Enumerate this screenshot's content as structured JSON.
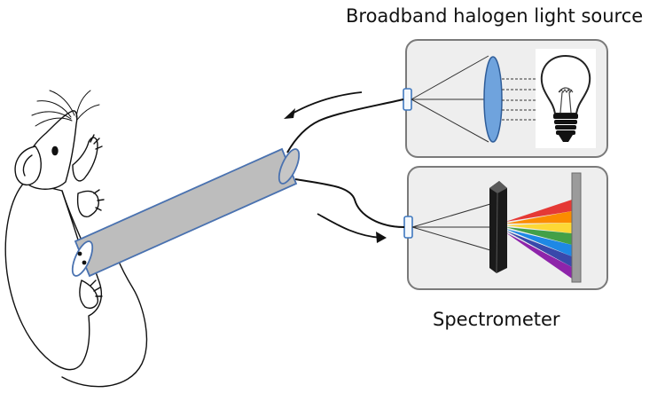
{
  "labels": {
    "light_source": "Broadband halogen light source",
    "spectrometer": "Spectrometer"
  },
  "colors": {
    "box_fill": "#eeeeee",
    "box_stroke": "#7a7a7a",
    "probe_fill": "#bdbdbd",
    "probe_stroke": "#4a72b0",
    "lens_fill": "#6fa3dd",
    "lens_stroke": "#2f5d99",
    "connector_fill": "#f4f8fc",
    "connector_stroke": "#3f78bf",
    "screen_fill": "#9b9b9b",
    "spectrum": [
      "#e53935",
      "#fb8c00",
      "#fdd835",
      "#43a047",
      "#1e88e5",
      "#3949ab",
      "#8e24aa"
    ]
  },
  "icons": {
    "light_source": "light-bulb-icon",
    "prism": "prism-icon",
    "subject": "rat-drawing"
  }
}
